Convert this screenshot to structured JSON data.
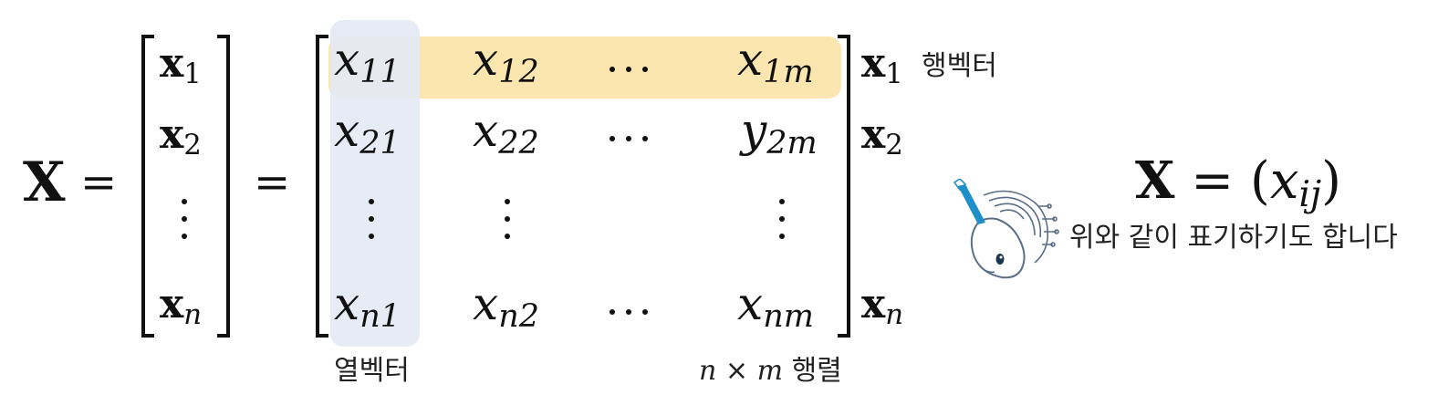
{
  "lhs": {
    "symbol": "X",
    "equals": "="
  },
  "row_vectors": [
    {
      "base": "x",
      "sub": "1"
    },
    {
      "base": "x",
      "sub": "2"
    },
    {
      "base": "x",
      "sub": "n"
    }
  ],
  "second_equals": "=",
  "matrix": {
    "rows": [
      [
        {
          "base": "x",
          "sub": "11"
        },
        {
          "base": "x",
          "sub": "12"
        },
        {
          "base": "x",
          "sub": "1m"
        }
      ],
      [
        {
          "base": "x",
          "sub": "21"
        },
        {
          "base": "x",
          "sub": "22"
        },
        {
          "base": "y",
          "sub": "2m"
        }
      ],
      [
        {
          "base": "x",
          "sub": "n1"
        },
        {
          "base": "x",
          "sub": "n2"
        },
        {
          "base": "x",
          "sub": "nm"
        }
      ]
    ],
    "row_highlight_color": "#fbe6b0",
    "column_highlight_color": "#e3e9f5"
  },
  "right_labels": [
    {
      "base": "x",
      "sub": "1"
    },
    {
      "base": "x",
      "sub": "2"
    },
    {
      "base": "x",
      "sub": "n"
    }
  ],
  "annotations": {
    "row_vector": "행벡터",
    "column_vector": "열벡터",
    "size_n": "n",
    "size_times": "×",
    "size_m": "m",
    "size_matrix": "행렬"
  },
  "compact": {
    "lhs": "X",
    "equals": "=",
    "open_paren": "(",
    "base": "x",
    "sub": "ij",
    "close_paren": ")",
    "caption": "위와 같이 표기하기도 합니다"
  },
  "mascot": {
    "icon": "unicorn-mascot-icon",
    "accent": "#1f8fc9",
    "line_color": "#5a6f86"
  }
}
